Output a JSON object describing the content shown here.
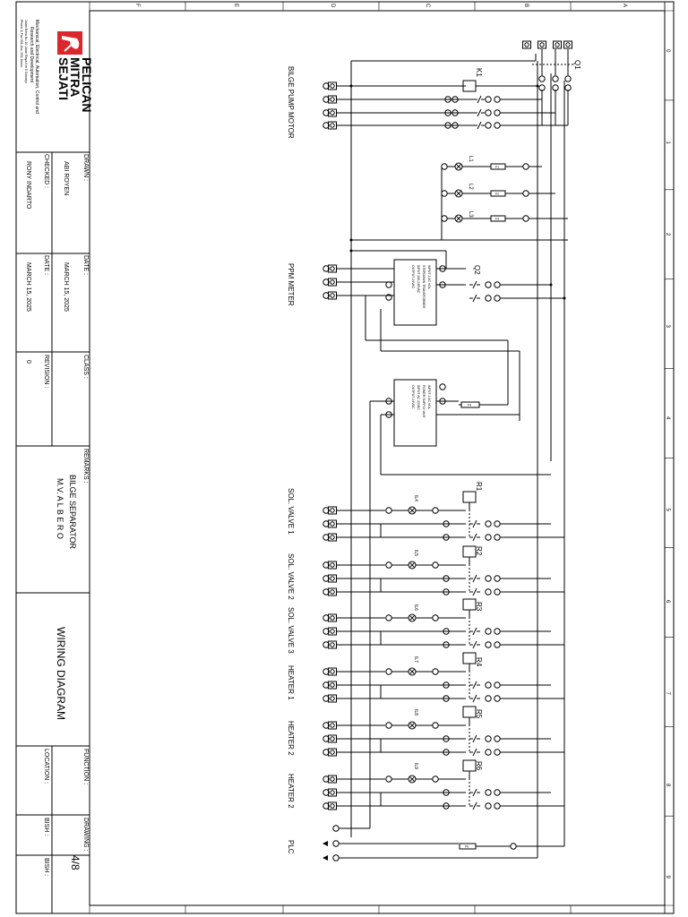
{
  "sheet": {
    "title": "WIRING DIAGRAM",
    "remarks_label": "REMARKS :",
    "remarks_line1": "BILGE SEPARATOR",
    "remarks_line2": "M.V. A L B E R O",
    "drawn_label": "DRAWN :",
    "drawn_value": "ABI ROYEN",
    "checked_label": "CHECKED :",
    "checked_value": "RONY INDARTO",
    "date1_label": "DATE :",
    "date1_value": "MARCH 15, 2025",
    "date2_label": "DATE :",
    "date2_value": "MARCH 15, 2025",
    "class_label": "CLASS :",
    "revision_label": "REVISION :",
    "revision_value": "0",
    "function_label": "FUNCTION :",
    "location_label": "LOCATION :",
    "drawing_label": "DRAWING :",
    "drawing_value": "4/8",
    "bish1_label": "BISH :",
    "bish2_label": "BISH :"
  },
  "company": {
    "name_line1": "PELICAN",
    "name_line2": "MITRA",
    "name_line3": "SEJATI",
    "desc_line1": "Mechanical, Electrical, Automation, Control and",
    "desc_line2": "Research and Development",
    "desc_line3": "Jalan Bima Nu.10 Jalan Raya Km 5 Sidoarjo",
    "desc_line4": "Phone & Fax 031-8xx, 031-8xxxx",
    "brand_color": "#d8272d"
  },
  "grid": {
    "columns": [
      "0",
      "1",
      "2",
      "3",
      "4",
      "5",
      "6",
      "7",
      "8",
      "9"
    ],
    "rows": [
      "A",
      "B",
      "C",
      "D",
      "E",
      "F"
    ]
  },
  "circuit": {
    "section_labels": [
      "BILGE PUMP MOTOR",
      "PPM METER",
      "SOL. VALVE 1",
      "SOL. VALVE 2",
      "SOL. VALVE 3",
      "HEATER 1",
      "HEATER 2",
      "HEATER 2",
      "PLC"
    ],
    "breakers": [
      "Q1",
      "Q2"
    ],
    "contactor": "K1",
    "lamps": [
      "L1",
      "L2",
      "L3"
    ],
    "relays": [
      "R1",
      "R2",
      "R3",
      "R4",
      "R5",
      "R6"
    ],
    "indicator_lamps": [
      "IL4",
      "IL5",
      "IL6",
      "IL7",
      "IL8",
      "IL9"
    ],
    "fuse_labels": [
      "F1",
      "F2",
      "F3",
      "F4",
      "F5"
    ],
    "transformer_text": [
      "INPUT 1 AC VOL",
      "STEPDOWN TRANSFORMER",
      "INPUT 200-240VAC",
      "OUTPUT 24VAC"
    ],
    "psu_text": [
      "INPUT 1 AC VOL",
      "POWER SUPPLY UNIT",
      "INPUT AC 24VAC",
      "OUTPUT 24VDC"
    ]
  }
}
